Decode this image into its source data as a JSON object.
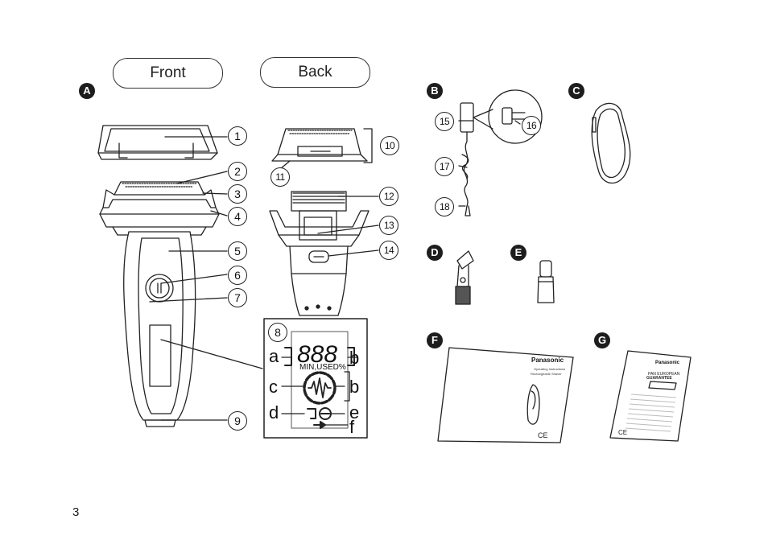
{
  "headers": {
    "front": "Front",
    "back": "Back"
  },
  "sections": {
    "a": "A",
    "b": "B",
    "c": "C",
    "d": "D",
    "e": "E",
    "f": "F",
    "g": "G"
  },
  "callouts": [
    "1",
    "2",
    "3",
    "4",
    "5",
    "6",
    "7",
    "8",
    "9",
    "10",
    "11",
    "12",
    "13",
    "14",
    "15",
    "16",
    "17",
    "18"
  ],
  "display_letters": {
    "a": "a",
    "b1": "b",
    "b2": "b",
    "c": "c",
    "d": "d",
    "e": "e",
    "f": "f"
  },
  "lcd": {
    "digits": "888",
    "units": "MIN,USED%"
  },
  "manual": {
    "brand": "Panasonic",
    "title": "Operating Instructions",
    "subtitle": "Rechargeable Shaver",
    "mark": "CE"
  },
  "guarantee": {
    "brand": "Panasonic",
    "line1": "PAN EUROPEAN",
    "line2": "GUARANTEE",
    "mark": "CE"
  },
  "page_number": "3",
  "colors": {
    "ink": "#1a1a1a",
    "line": "#333333",
    "paper": "#ffffff"
  }
}
